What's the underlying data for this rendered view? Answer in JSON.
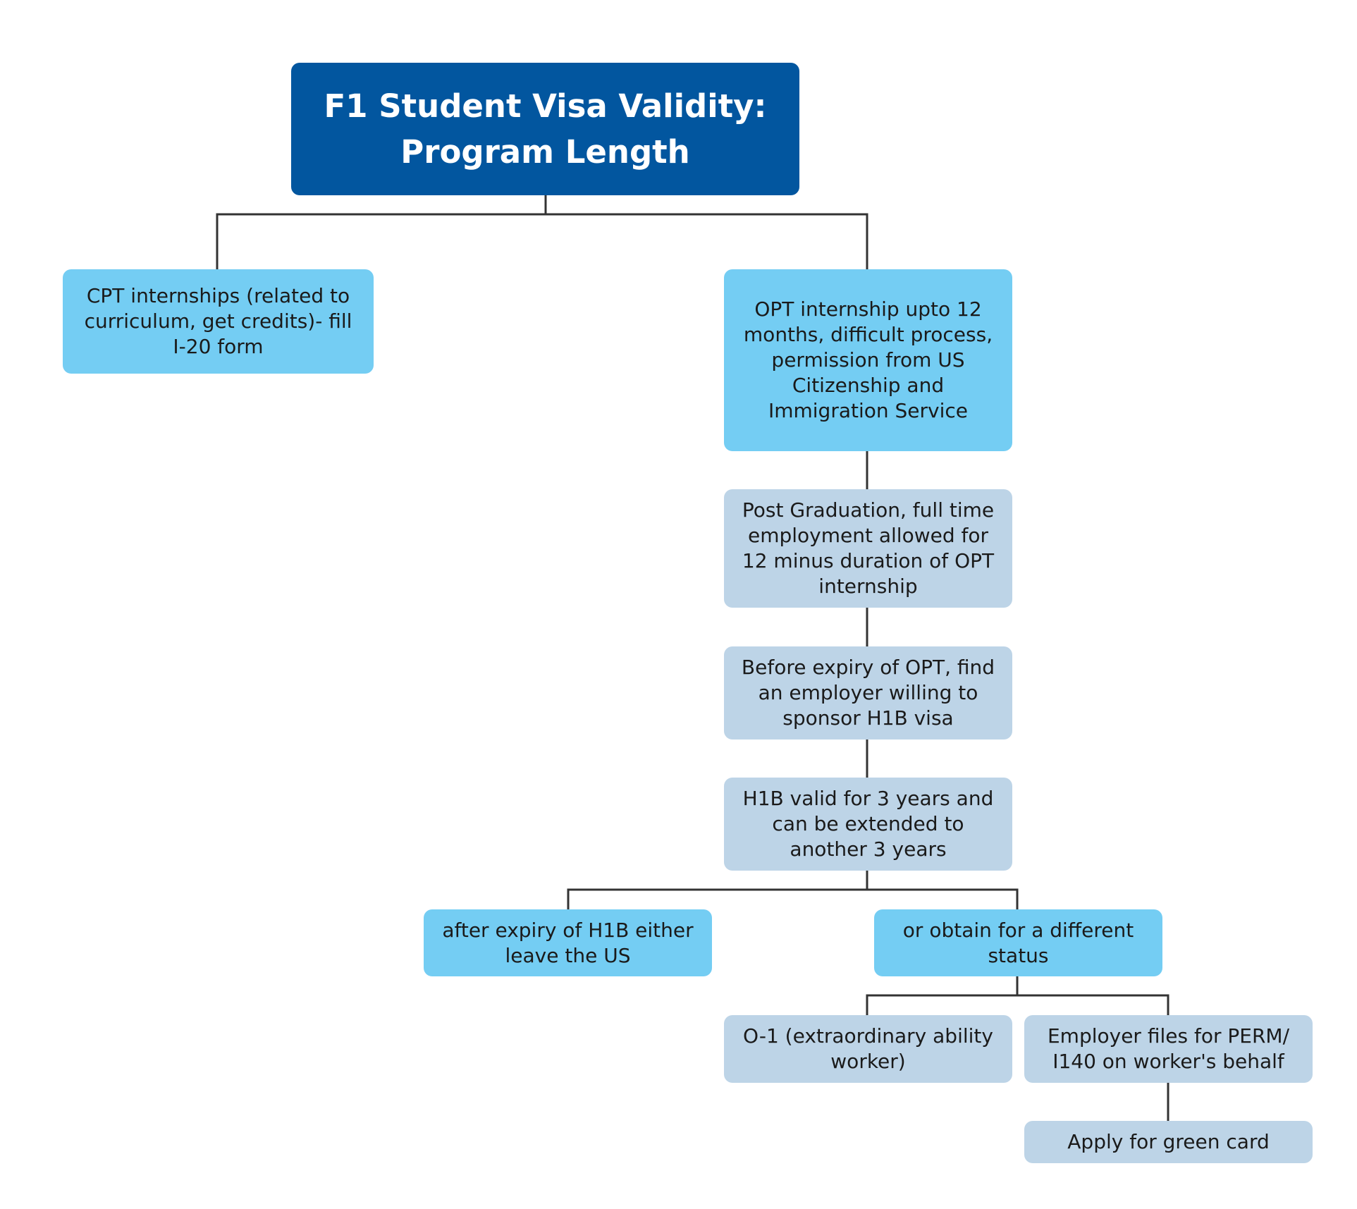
{
  "colors": {
    "title_fill": "#02569f",
    "primary_fill": "#74cdf3",
    "secondary_fill": "#bdd4e7",
    "connector": "#333333"
  },
  "nodes": {
    "title": "F1 Student Visa Validity: Program Length",
    "cpt": "CPT internships  (related to curriculum, get credits)- fill I-20 form",
    "opt": "OPT internship upto 12 months, difficult process, permission from US Citizenship and Immigration Service",
    "post_grad": "Post Graduation, full time employment allowed for 12 minus duration of OPT internship",
    "before_expiry": "Before expiry of OPT, find an employer willing to sponsor H1B visa",
    "h1b": "H1B valid for 3 years and can be extended to another 3 years",
    "leave_us": "after expiry of H1B either leave the US",
    "different_status": "or obtain for a different status",
    "o1": "O-1 (extraordinary ability worker)",
    "perm": "Employer files for PERM/ I140 on worker's behalf",
    "green_card": "Apply for green card"
  }
}
